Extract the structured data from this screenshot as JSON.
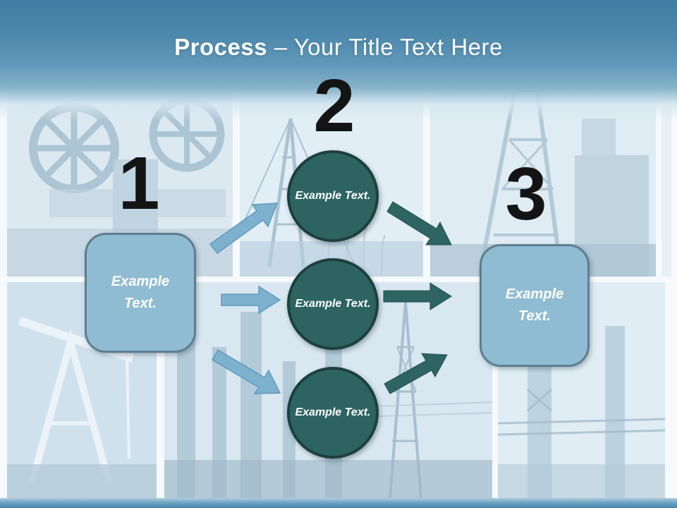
{
  "title": {
    "bold": "Process",
    "regular": " – Your Title Text Here"
  },
  "step_numbers": [
    "1",
    "2",
    "3"
  ],
  "left_box": {
    "text": "Example Text."
  },
  "right_box": {
    "text": "Example Text."
  },
  "circles": [
    {
      "text": "Example Text."
    },
    {
      "text": "Example Text."
    },
    {
      "text": "Example Text."
    }
  ],
  "colors": {
    "header_blue": "#4886a9",
    "box_fill": "#8fbcd2",
    "box_border": "#5e7e8e",
    "circle_fill": "#2d6462",
    "circle_border": "#1d403e",
    "arrow_light": "#7db1ce",
    "arrow_dark": "#2e6462",
    "number": "#141414",
    "label_text": "#ffffff"
  }
}
